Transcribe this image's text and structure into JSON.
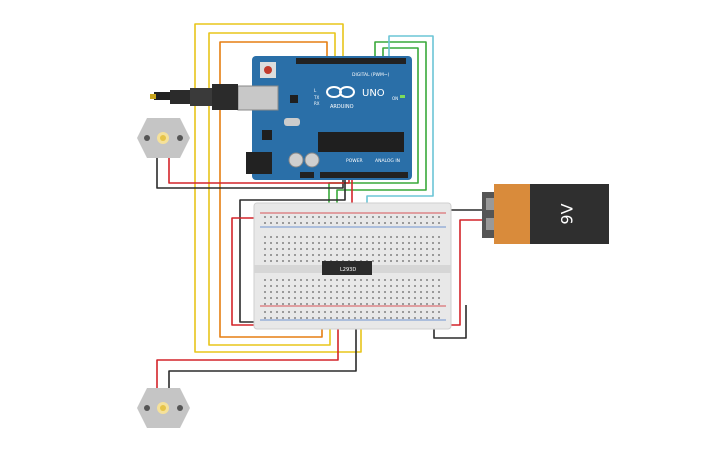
{
  "arduino": {
    "brand": "ARDUINO",
    "model": "UNO",
    "digital_label": "DIGITAL (PWM~)",
    "power_label": "POWER",
    "analog_label": "ANALOG IN",
    "on_label": "ON",
    "tx_label": "TX",
    "rx_label": "RX",
    "led_label": "L"
  },
  "driver_chip": {
    "label": "L293D"
  },
  "battery": {
    "label": "9V"
  },
  "wire_colors": {
    "yellow": "#e8c51a",
    "orange": "#e57f12",
    "green": "#39a93a",
    "blue": "#6cc5d6",
    "red": "#d3242a",
    "black": "#2b2b2b"
  },
  "colors": {
    "board": "#2a6fa8",
    "breadboard": "#e8e8e8",
    "battery_body": "#2f2f2f",
    "battery_cap": "#d98b3b",
    "motor": "#c5c5c5"
  }
}
